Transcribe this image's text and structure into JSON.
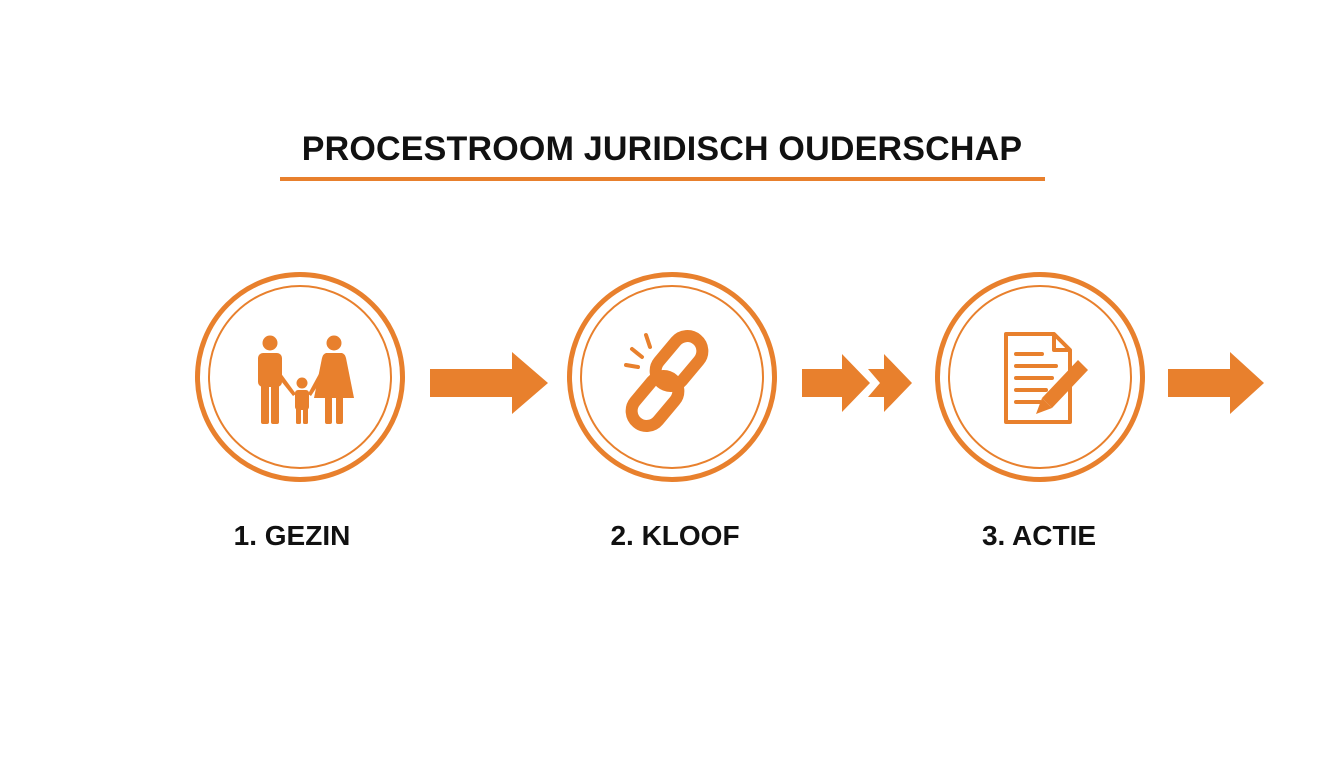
{
  "title": "PROCESTROOM JURIDISCH OUDERSCHAP",
  "accent_color": "#e8802d",
  "steps": [
    {
      "label": "1. GEZIN",
      "icon": "family-icon"
    },
    {
      "label": "2. KLOOF",
      "icon": "broken-chain-icon"
    },
    {
      "label": "3. ACTIE",
      "icon": "document-pen-icon"
    }
  ],
  "arrows": [
    "arrow-right-icon",
    "double-arrow-right-icon",
    "arrow-right-icon"
  ]
}
